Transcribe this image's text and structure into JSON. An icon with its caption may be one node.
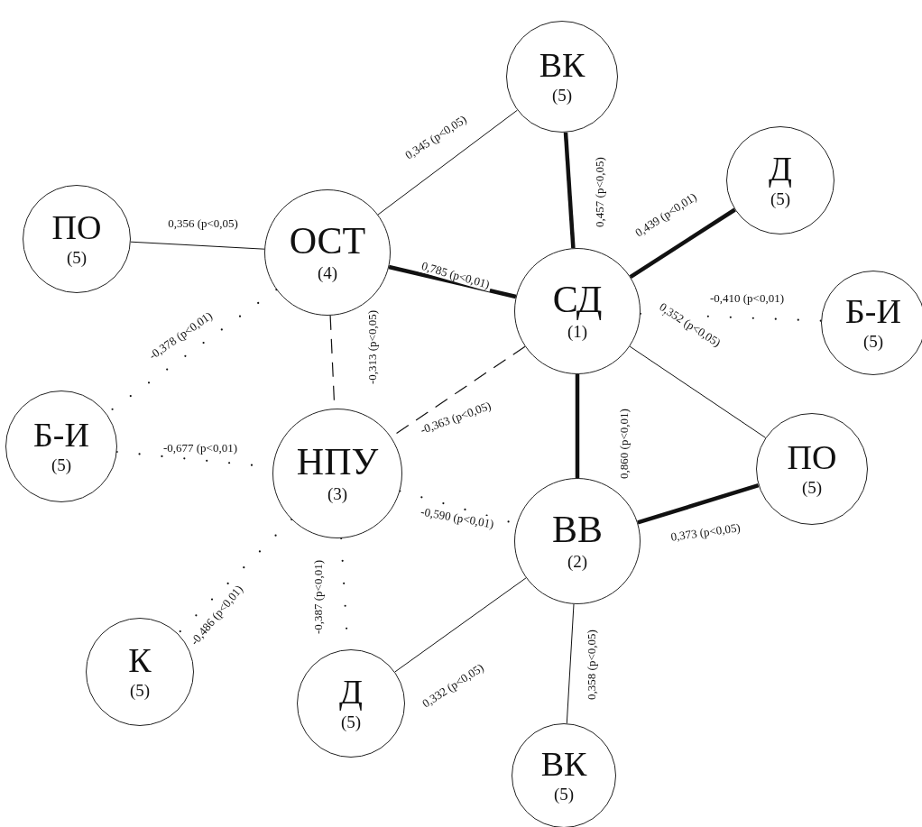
{
  "diagram": {
    "nodes": [
      {
        "text": [
          "ВК",
          "(5)"
        ]
      },
      {
        "text": [
          "ПО",
          "(5)"
        ]
      },
      {
        "text": [
          "ОСТ",
          "(4)"
        ]
      },
      {
        "text": [
          "Д",
          "(5)"
        ]
      },
      {
        "text": [
          "СД",
          "(1)"
        ]
      },
      {
        "text": [
          "Б-И",
          "(5)"
        ]
      },
      {
        "text": [
          "Б-И",
          "(5)"
        ]
      },
      {
        "text": [
          "НПУ",
          "(3)"
        ]
      },
      {
        "text": [
          "ПО",
          "(5)"
        ]
      },
      {
        "text": [
          "ВВ",
          "(2)"
        ]
      },
      {
        "text": [
          "К",
          "(5)"
        ]
      },
      {
        "text": [
          "Д",
          "(5)"
        ]
      },
      {
        "text": [
          "ВК",
          "(5)"
        ]
      }
    ],
    "edges": [
      {
        "from": 1,
        "to": 2,
        "arrow": "none",
        "label": "0,356 (p<0,05)"
      },
      {
        "from": 2,
        "to": 0,
        "arrow": "none",
        "label": "0,345 (p<0,05)"
      },
      {
        "from": 0,
        "to": 4,
        "arrow": "none",
        "label": "0,457 (p<0,05)",
        "style": "thick"
      },
      {
        "from": 2,
        "to": 4,
        "arrow": "none",
        "label": "0,785 (p<0,01)",
        "style": "thick"
      },
      {
        "from": 4,
        "to": 3,
        "arrow": "none",
        "label": "0,439 (p<0,01)",
        "style": "thick"
      },
      {
        "from": 4,
        "to": 5,
        "arrow": "none",
        "label": "-0,410 (p<0,01)",
        "style": "dashed"
      },
      {
        "from": 2,
        "to": 6,
        "arrow": "none",
        "label": "-0,378 (p<0,01)",
        "style": "dashed"
      },
      {
        "from": 2,
        "to": 7,
        "arrow": "none",
        "label": "-0,313 (p<0,05)",
        "style": "dashed"
      },
      {
        "from": 4,
        "to": 7,
        "arrow": "none",
        "label": "-0,363 (p<0,05)",
        "style": "dashed"
      },
      {
        "from": 4,
        "to": 8,
        "arrow": "none",
        "label": "0,352 (p<0,05)"
      },
      {
        "from": 4,
        "to": 9,
        "arrow": "none",
        "label": "0,860 (p<0,01)",
        "style": "thick"
      },
      {
        "from": 6,
        "to": 7,
        "arrow": "none",
        "label": "-0,677 (p<0,01)",
        "style": "dashed"
      },
      {
        "from": 7,
        "to": 9,
        "arrow": "none",
        "label": "-0,590 (p<0,01)",
        "style": "dashed"
      },
      {
        "from": 9,
        "to": 8,
        "arrow": "none",
        "label": "0,373 (p<0,05)",
        "style": "thick"
      },
      {
        "from": 7,
        "to": 10,
        "arrow": "none",
        "label": "-0,486 (p<0,01)",
        "style": "dashed"
      },
      {
        "from": 7,
        "to": 11,
        "arrow": "none",
        "label": "-0,387 (p<0,01)",
        "style": "dashed"
      },
      {
        "from": 9,
        "to": 11,
        "arrow": "none",
        "label": "0,332 (p<0,05)"
      },
      {
        "from": 9,
        "to": 12,
        "arrow": "none",
        "label": "0,358 (p<0,05)"
      }
    ]
  }
}
